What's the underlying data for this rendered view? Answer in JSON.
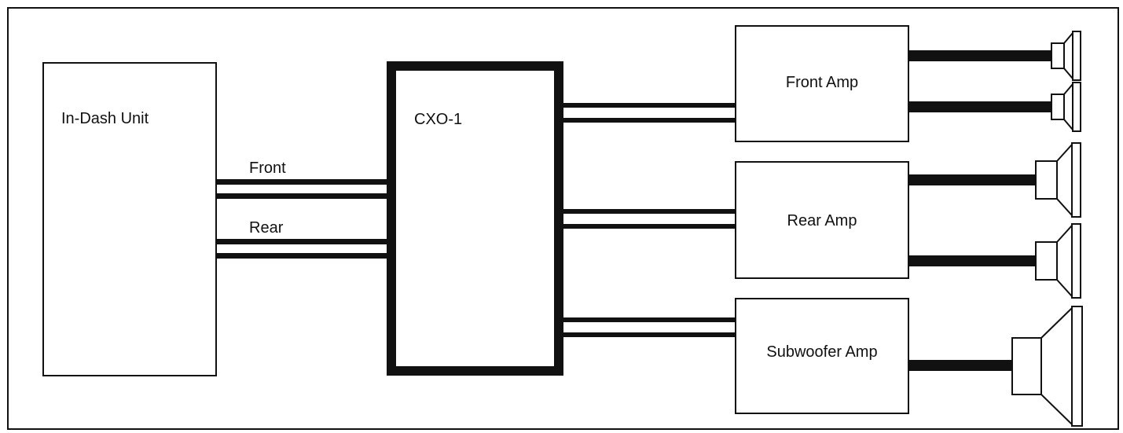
{
  "diagram": {
    "in_dash_unit": {
      "label": "In-Dash Unit"
    },
    "crossover": {
      "label": "CXO-1"
    },
    "connections": {
      "front_label": "Front",
      "rear_label": "Rear"
    },
    "front_amp": {
      "label": "Front Amp"
    },
    "rear_amp": {
      "label": "Rear Amp"
    },
    "subwoofer_amp": {
      "label": "Subwoofer Amp"
    }
  },
  "colors": {
    "line": "#111111",
    "background": "#ffffff"
  }
}
